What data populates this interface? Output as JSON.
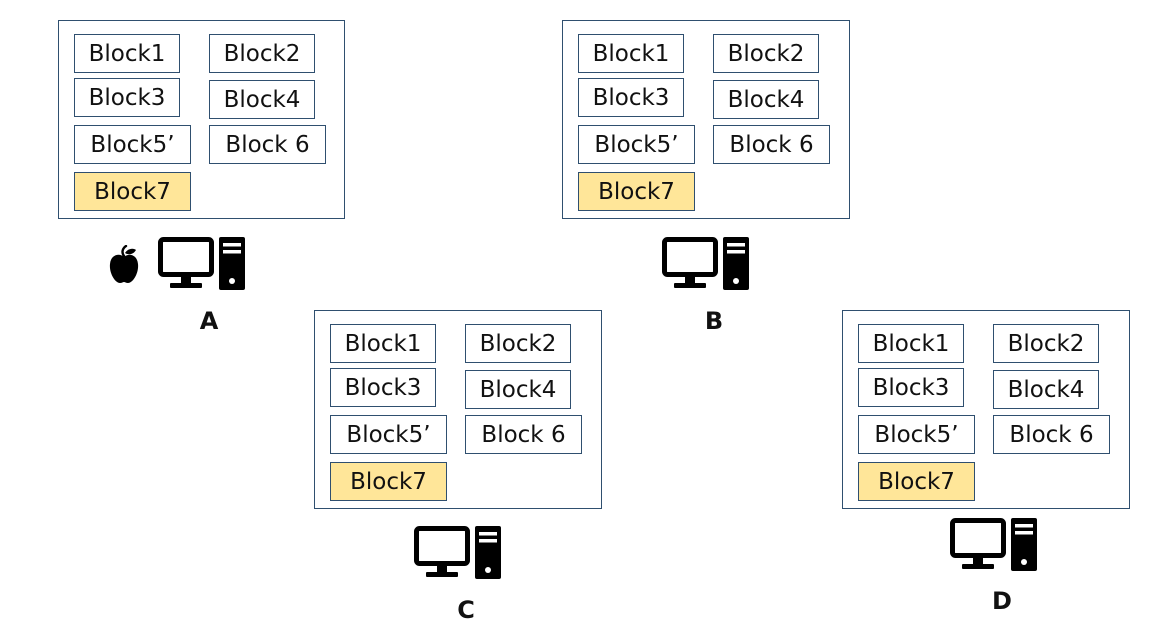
{
  "colors": {
    "panel_border": "#2f4f6f",
    "highlight_fill": "#ffe699",
    "icon": "#000000"
  },
  "nodes": [
    {
      "id": "a",
      "label": "A",
      "has_apple_icon": true,
      "blocks": [
        "Block1",
        "Block2",
        "Block3",
        "Block4",
        "Block5’",
        "Block 6",
        "Block7"
      ],
      "highlighted_block": "Block7"
    },
    {
      "id": "b",
      "label": "B",
      "has_apple_icon": false,
      "blocks": [
        "Block1",
        "Block2",
        "Block3",
        "Block4",
        "Block5’",
        "Block 6",
        "Block7"
      ],
      "highlighted_block": "Block7"
    },
    {
      "id": "c",
      "label": "C",
      "has_apple_icon": false,
      "blocks": [
        "Block1",
        "Block2",
        "Block3",
        "Block4",
        "Block5’",
        "Block 6",
        "Block7"
      ],
      "highlighted_block": "Block7"
    },
    {
      "id": "d",
      "label": "D",
      "has_apple_icon": false,
      "blocks": [
        "Block1",
        "Block2",
        "Block3",
        "Block4",
        "Block5’",
        "Block 6",
        "Block7"
      ],
      "highlighted_block": "Block7"
    }
  ]
}
